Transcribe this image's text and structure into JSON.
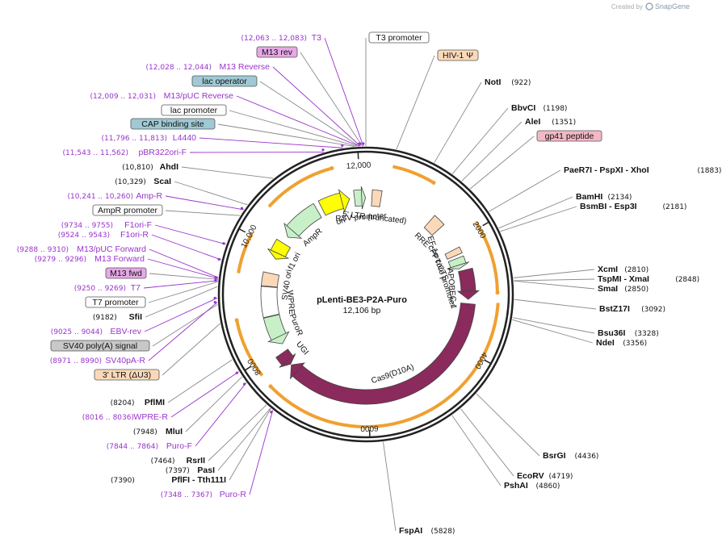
{
  "credit": "Created by",
  "brand": "SnapGene",
  "plasmid": {
    "name": "pLenti-BE3-P2A-Puro",
    "size_label": "12,106 bp",
    "length": 12106
  },
  "ticks": [
    {
      "pos": 2000,
      "label": "2000"
    },
    {
      "pos": 4000,
      "label": "4000"
    },
    {
      "pos": 6000,
      "label": "6000"
    },
    {
      "pos": 8000,
      "label": "8000"
    },
    {
      "pos": 10000,
      "label": "10,000"
    },
    {
      "pos": 12000,
      "label": "12,000"
    }
  ],
  "colors": {
    "ring": "#222222",
    "cds_maroon": "#8b2a5c",
    "yellow": "#ffff00",
    "promoter_green": "#c8f0c8",
    "ltr_peach": "#fbd9b8",
    "arc_orange": "#f0a030",
    "primer_purple": "#9933cc",
    "box_blue": "#9fc9d4",
    "box_violet": "#e6a8e6",
    "box_pink": "#f2b8c6",
    "box_grey": "#c8c8c8",
    "site_line": "#999999"
  },
  "features": [
    {
      "name": "RSV promoter",
      "start": 11880,
      "end": 12100,
      "type": "promoter"
    },
    {
      "name": "5' LTR (truncated)",
      "start": 120,
      "end": 300,
      "type": "ltr"
    },
    {
      "name": "RRE",
      "start": 1380,
      "end": 1620,
      "type": "ltr"
    },
    {
      "name": "cPPT/CTS",
      "start": 2120,
      "end": 2240,
      "type": "ltr"
    },
    {
      "name": "EF-1α core promoter",
      "start": 2300,
      "end": 2510,
      "type": "promoter"
    },
    {
      "name": "APOBEC-1",
      "start": 2560,
      "end": 3120,
      "type": "cds"
    },
    {
      "name": "Cas9(D10A)",
      "start": 3200,
      "end": 7620,
      "type": "cds"
    },
    {
      "name": "UGI",
      "start": 7640,
      "end": 7900,
      "type": "cds_rev"
    },
    {
      "name": "PuroR",
      "start": 8050,
      "end": 8640,
      "type": "promoter_rev"
    },
    {
      "name": "WPRE",
      "start": 8650,
      "end": 9230,
      "type": "plain"
    },
    {
      "name": "SV40 ori",
      "start": 9240,
      "end": 9500,
      "type": "ltr"
    },
    {
      "name": "f1 ori",
      "start": 9800,
      "end": 10150,
      "type": "yellow_rev"
    },
    {
      "name": "AmpR",
      "start": 10300,
      "end": 11100,
      "type": "promoter_rev"
    },
    {
      "name": "ori",
      "start": 11200,
      "end": 11780,
      "type": "yellow"
    }
  ],
  "sites": [
    {
      "label": "T3",
      "coords": "(12,063 .. 12,083)",
      "pos": 12073,
      "type": "primer"
    },
    {
      "label": "M13 rev",
      "pos": 12060,
      "type": "box_violet"
    },
    {
      "label": "M13 Reverse",
      "coords": "(12,028 .. 12,044)",
      "pos": 12036,
      "type": "primer"
    },
    {
      "label": "lac operator",
      "pos": 12020,
      "type": "box_blue"
    },
    {
      "label": "M13/pUC Reverse",
      "coords": "(12,009 .. 12,031)",
      "pos": 12020,
      "type": "primer"
    },
    {
      "label": "lac promoter",
      "pos": 11990,
      "type": "box_white"
    },
    {
      "label": "CAP binding site",
      "pos": 11960,
      "type": "box_blue"
    },
    {
      "label": "L4440",
      "coords": "(11,796 .. 11,813)",
      "pos": 11804,
      "type": "primer"
    },
    {
      "label": "pBR322ori-F",
      "coords": "(11,543 .. 11,562)",
      "pos": 11552,
      "type": "primer"
    },
    {
      "label": "AhdI",
      "coords": "(10,810)",
      "pos": 10810,
      "type": "enzyme"
    },
    {
      "label": "ScaI",
      "coords": "(10,329)",
      "pos": 10329,
      "type": "enzyme"
    },
    {
      "label": "Amp-R",
      "coords": "(10,241 .. 10,260)",
      "pos": 10250,
      "type": "primer"
    },
    {
      "label": "AmpR promoter",
      "pos": 10160,
      "type": "box_white"
    },
    {
      "label": "F1ori-F",
      "coords": "(9734 .. 9755)",
      "pos": 9744,
      "type": "primer"
    },
    {
      "label": "F1ori-R",
      "coords": "(9524 .. 9543)",
      "pos": 9533,
      "type": "primer"
    },
    {
      "label": "M13/pUC Forward",
      "coords": "(9288 .. 9310)",
      "pos": 9299,
      "type": "primer"
    },
    {
      "label": "M13 Forward",
      "coords": "(9279 .. 9296)",
      "pos": 9287,
      "type": "primer"
    },
    {
      "label": "M13 fwd",
      "pos": 9275,
      "type": "box_violet"
    },
    {
      "label": "T7",
      "coords": "(9250 .. 9269)",
      "pos": 9259,
      "type": "primer"
    },
    {
      "label": "T7 promoter",
      "pos": 9245,
      "type": "box_white"
    },
    {
      "label": "SfiI",
      "coords": "(9182)",
      "pos": 9182,
      "type": "enzyme"
    },
    {
      "label": "EBV-rev",
      "coords": "(9025 .. 9044)",
      "pos": 9034,
      "type": "primer"
    },
    {
      "label": "SV40 poly(A) signal",
      "pos": 8950,
      "type": "box_grey"
    },
    {
      "label": "SV40pA-R",
      "coords": "(8971 .. 8990)",
      "pos": 8980,
      "type": "primer"
    },
    {
      "label": "3' LTR (ΔU3)",
      "pos": 8700,
      "type": "box_peach"
    },
    {
      "label": "PflMI",
      "coords": "(8204)",
      "pos": 8204,
      "type": "enzyme"
    },
    {
      "label": "WPRE-R",
      "coords": "(8016 .. 8036)",
      "pos": 8026,
      "type": "primer"
    },
    {
      "label": "MluI",
      "coords": "(7948)",
      "pos": 7948,
      "type": "enzyme"
    },
    {
      "label": "Puro-F",
      "coords": "(7844 .. 7864)",
      "pos": 7854,
      "type": "primer"
    },
    {
      "label": "RsrII",
      "coords": "(7464)",
      "pos": 7464,
      "type": "enzyme"
    },
    {
      "label": "PasI",
      "coords": "(7397)",
      "pos": 7397,
      "type": "enzyme"
    },
    {
      "label": "PflFI  -  Tth111I",
      "coords": "(7390)",
      "pos": 7390,
      "type": "enzyme"
    },
    {
      "label": "Puro-R",
      "coords": "(7348 .. 7367)",
      "pos": 7357,
      "type": "primer"
    },
    {
      "label": "T3 promoter",
      "pos": 0,
      "type": "box_white"
    },
    {
      "label": "HIV-1 Ψ",
      "pos": 400,
      "type": "box_peach"
    },
    {
      "label": "NotI",
      "coords": "(922)",
      "pos": 922,
      "type": "enzyme"
    },
    {
      "label": "BbvCI",
      "coords": "(1198)",
      "pos": 1198,
      "type": "enzyme"
    },
    {
      "label": "AleI",
      "coords": "(1351)",
      "pos": 1351,
      "type": "enzyme"
    },
    {
      "label": "gp41 peptide",
      "pos": 1500,
      "type": "box_pink"
    },
    {
      "label": "PaeR7I  -  PspXI  -  XhoI",
      "coords": "(1883)",
      "pos": 1883,
      "type": "enzyme"
    },
    {
      "label": "BamHI",
      "coords": "(2134)",
      "pos": 2134,
      "type": "enzyme"
    },
    {
      "label": "BsmBI  -  Esp3I",
      "coords": "(2181)",
      "pos": 2181,
      "type": "enzyme"
    },
    {
      "label": "XcmI",
      "coords": "(2810)",
      "pos": 2810,
      "type": "enzyme"
    },
    {
      "label": "TspMI  -  XmaI",
      "coords": "(2848)",
      "pos": 2848,
      "type": "enzyme"
    },
    {
      "label": "SmaI",
      "coords": "(2850)",
      "pos": 2850,
      "type": "enzyme"
    },
    {
      "label": "BstZ17I",
      "coords": "(3092)",
      "pos": 3092,
      "type": "enzyme"
    },
    {
      "label": "Bsu36I",
      "coords": "(3328)",
      "pos": 3328,
      "type": "enzyme"
    },
    {
      "label": "NdeI",
      "coords": "(3356)",
      "pos": 3356,
      "type": "enzyme"
    },
    {
      "label": "BsrGI",
      "coords": "(4436)",
      "pos": 4436,
      "type": "enzyme"
    },
    {
      "label": "EcoRV",
      "coords": "(4719)",
      "pos": 4719,
      "type": "enzyme"
    },
    {
      "label": "PshAI",
      "coords": "(4860)",
      "pos": 4860,
      "type": "enzyme"
    },
    {
      "label": "FspAI",
      "coords": "(5828)",
      "pos": 5828,
      "type": "enzyme"
    }
  ]
}
